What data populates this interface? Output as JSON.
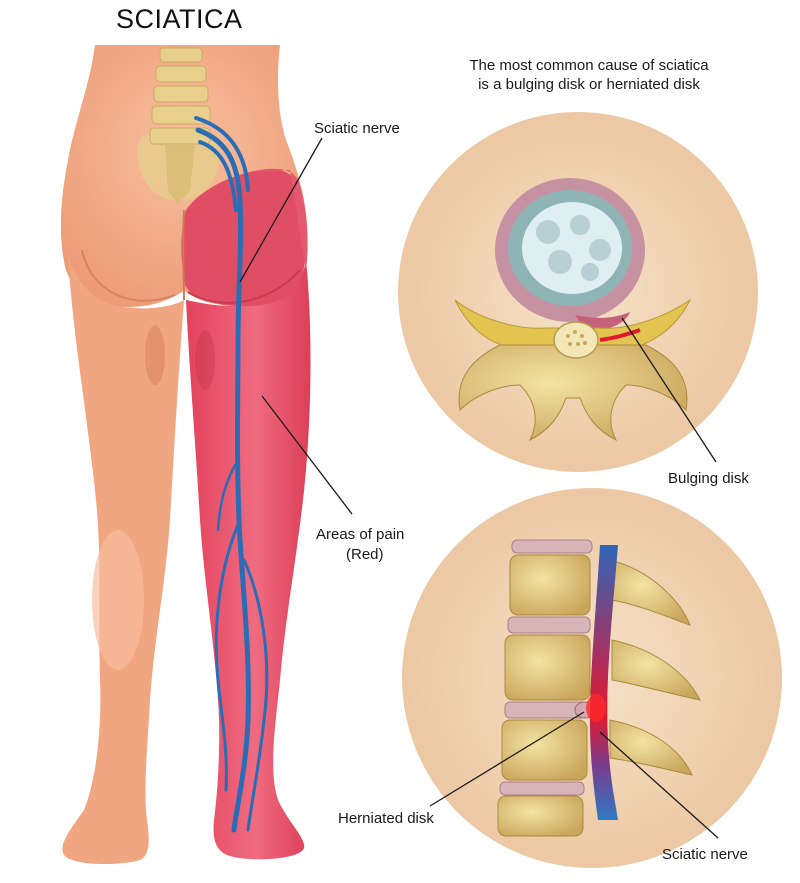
{
  "title": "SCIATICA",
  "caption": {
    "line1": "The most common cause of sciatica",
    "line2": "is a bulging disk or herniated disk"
  },
  "labels": {
    "sciatic_nerve_top": "Sciatic nerve",
    "areas_of_pain_line1": "Areas of pain",
    "areas_of_pain_line2": "(Red)",
    "bulging_disk": "Bulging disk",
    "herniated_disk": "Herniated disk",
    "sciatic_nerve_bottom": "Sciatic nerve"
  },
  "colors": {
    "skin": "#f2aa88",
    "pain_red": "#e7546a",
    "nerve_blue": "#2a6db5",
    "bone": "#e3cf87",
    "inset_bg": "#f0d5b6"
  }
}
